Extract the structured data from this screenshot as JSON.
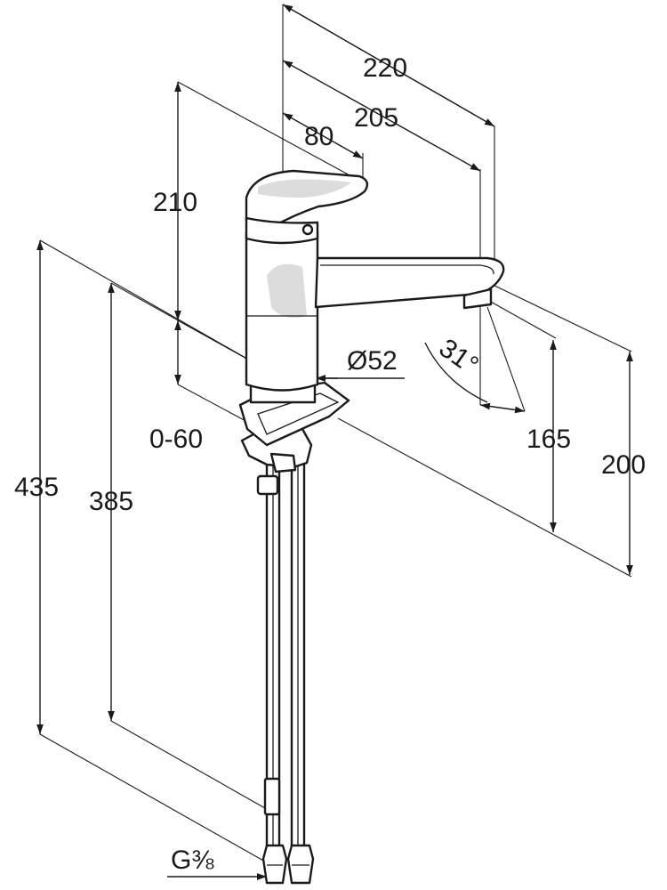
{
  "dimensions": {
    "depth_220": "220",
    "depth_205": "205",
    "lever_80": "80",
    "height_210": "210",
    "diameter_52": "Ø52",
    "deck_0_60": "0-60",
    "angle_31": "31°",
    "height_165": "165",
    "height_200": "200",
    "total_435": "435",
    "hose_385": "385",
    "thread_g38": "G⅜"
  }
}
